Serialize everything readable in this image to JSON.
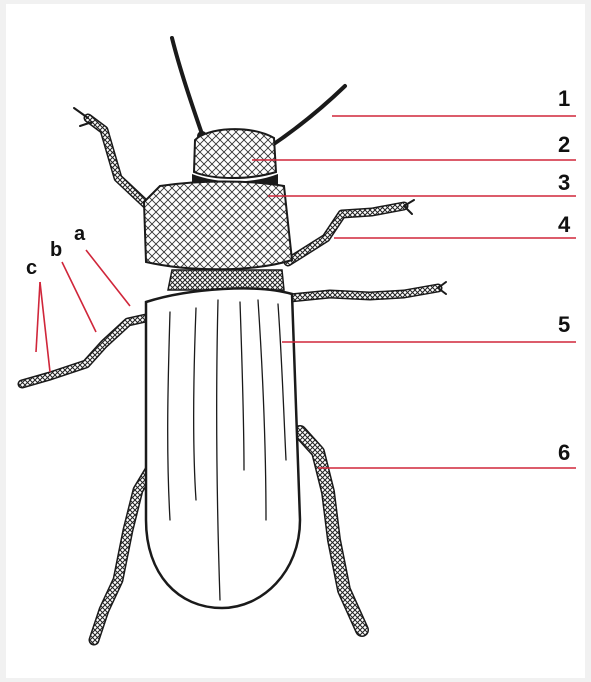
{
  "callouts": [
    "1",
    "2",
    "3",
    "4",
    "5",
    "6"
  ],
  "leg_labels": [
    "a",
    "b",
    "c"
  ],
  "colors": {
    "leader_line": "#d0263a",
    "ink": "#1a1a1a",
    "border": "#f1f1f1",
    "paper": "#ffffff"
  }
}
